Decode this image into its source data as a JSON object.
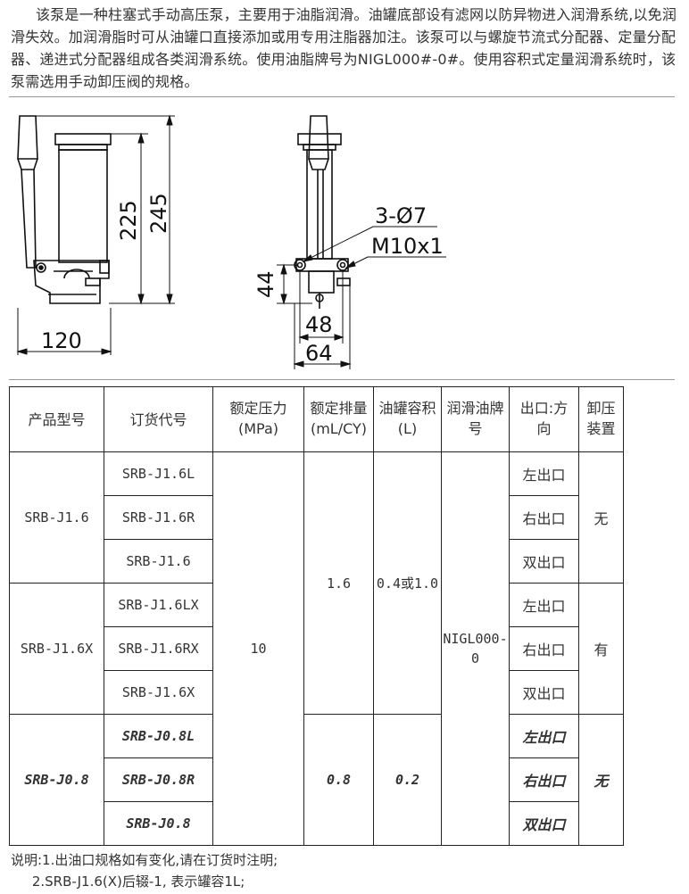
{
  "intro": "该泵是一种柱塞式手动高压泵，主要用于油脂润滑。油罐底部设有滤网以防异物进入润滑系统,以免润滑失效。加润滑脂时可从油罐口直接添加或用专用注脂器加注。该泵可以与螺旋节流式分配器、定量分配器、递进式分配器组成各类润滑系统。使用油脂牌号为NIGL000#-0#。使用容积式定量润滑系统时，该泵需选用手动卸压阀的规格。",
  "dimensions": {
    "d225": "225",
    "d245": "245",
    "d120": "120",
    "d44": "44",
    "d48": "48",
    "d64": "64",
    "holes": "3-Ø7",
    "thread": "M10x1"
  },
  "table": {
    "headers": [
      "产品型号",
      "订货代号",
      "额定压力\n(MPa)",
      "额定排量\n(mL/CY)",
      "油罐容积\n(L)",
      "润滑油牌\n号",
      "出口:方\n向",
      "卸压\n装置"
    ],
    "groups": [
      {
        "model": "SRB-J1.6",
        "relief": "无",
        "rows": [
          {
            "code": "SRB-J1.6L",
            "outlet": "左出口"
          },
          {
            "code": "SRB-J1.6R",
            "outlet": "右出口"
          },
          {
            "code": "SRB-J1.6",
            "outlet": "双出口"
          }
        ]
      },
      {
        "model": "SRB-J1.6X",
        "relief": "有",
        "rows": [
          {
            "code": "SRB-J1.6LX",
            "outlet": "左出口"
          },
          {
            "code": "SRB-J1.6RX",
            "outlet": "右出口"
          },
          {
            "code": "SRB-J1.6X",
            "outlet": "双出口"
          }
        ]
      },
      {
        "model": "SRB-J0.8",
        "relief": "无",
        "rows": [
          {
            "code": "SRB-J0.8L",
            "outlet": "左出口"
          },
          {
            "code": "SRB-J0.8R",
            "outlet": "右出口"
          },
          {
            "code": "SRB-J0.8",
            "outlet": "双出口"
          }
        ]
      }
    ],
    "pressure": "10",
    "displacement_a": "1.6",
    "displacement_b": "0.8",
    "volume_a": "0.4或1.0",
    "volume_b": "0.2",
    "oil_grade": "NIGL000-\n0"
  },
  "notes": [
    "说明:1.出油口规格如有变化,请在订货时注明;",
    "     2.SRB-J1.6(X)后辍-1, 表示罐容1L;"
  ]
}
